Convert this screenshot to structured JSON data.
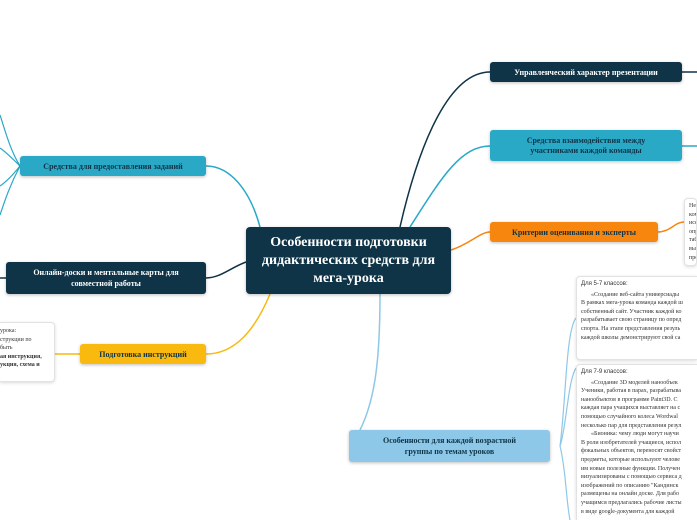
{
  "central_topic": "Особенности подготовки дидактических средств для мега-урока",
  "branches": {
    "management": "Управленческий характер презентации",
    "interaction": "Средства взаимодействия между участниками каждой команды",
    "criteria": "Критерии оценивания и эксперты",
    "tasks": "Средства для предоставления заданий",
    "boards": "Онлайн-доски и ментальные карты для совместной работы",
    "instructions": "Подготовка инструкций",
    "age_groups": "Особенности для каждой возрастной группы по темам уроков"
  },
  "notes": {
    "criteria_note": [
      "Не",
      "ком",
      "исс",
      "опр",
      "таб",
      "выс",
      "про"
    ],
    "instructions_note": [
      "урока:",
      "струкции по",
      "быть",
      "ая инструкция,",
      "укция, схема и"
    ],
    "grade_5_7": {
      "heading": "Для 5-7 классов:",
      "lines": [
        "«Создание веб-сайта универсиады",
        "В рамках мега-урока команда каждой ш",
        "собственный сайт. Участник каждой ко",
        "разрабатывает свою страницу по опред",
        "спорта. На этапе представления резуль",
        "каждой школы демонстрируют свой са"
      ]
    },
    "grade_7_9": {
      "heading": "Для 7-9 классов:",
      "lines": [
        "«Создание 3D моделей нанообъек",
        "Ученики, работая в парах, разрабатыва",
        "нанообъектов в программе Paint3D. С",
        "каждая пара учащихся выставляет на с",
        "помощью случайного колеса Wordwal",
        "несколько пар для представления резул",
        "«Бионика: чему люди могут научи",
        "В роли изобретателей учащиеся, испол",
        "фокальных объектов, переносят свойст",
        "предметы, которые используют челове",
        "им новые полезные функции. Получен",
        "визуализированы с помощью сервиса д",
        "изображений по описанию \"Кандинск",
        "размещены на онлайн доске. Для рабо",
        "учащимся предлагались рабочие листы",
        "в виде google-документа для каждой"
      ]
    }
  }
}
